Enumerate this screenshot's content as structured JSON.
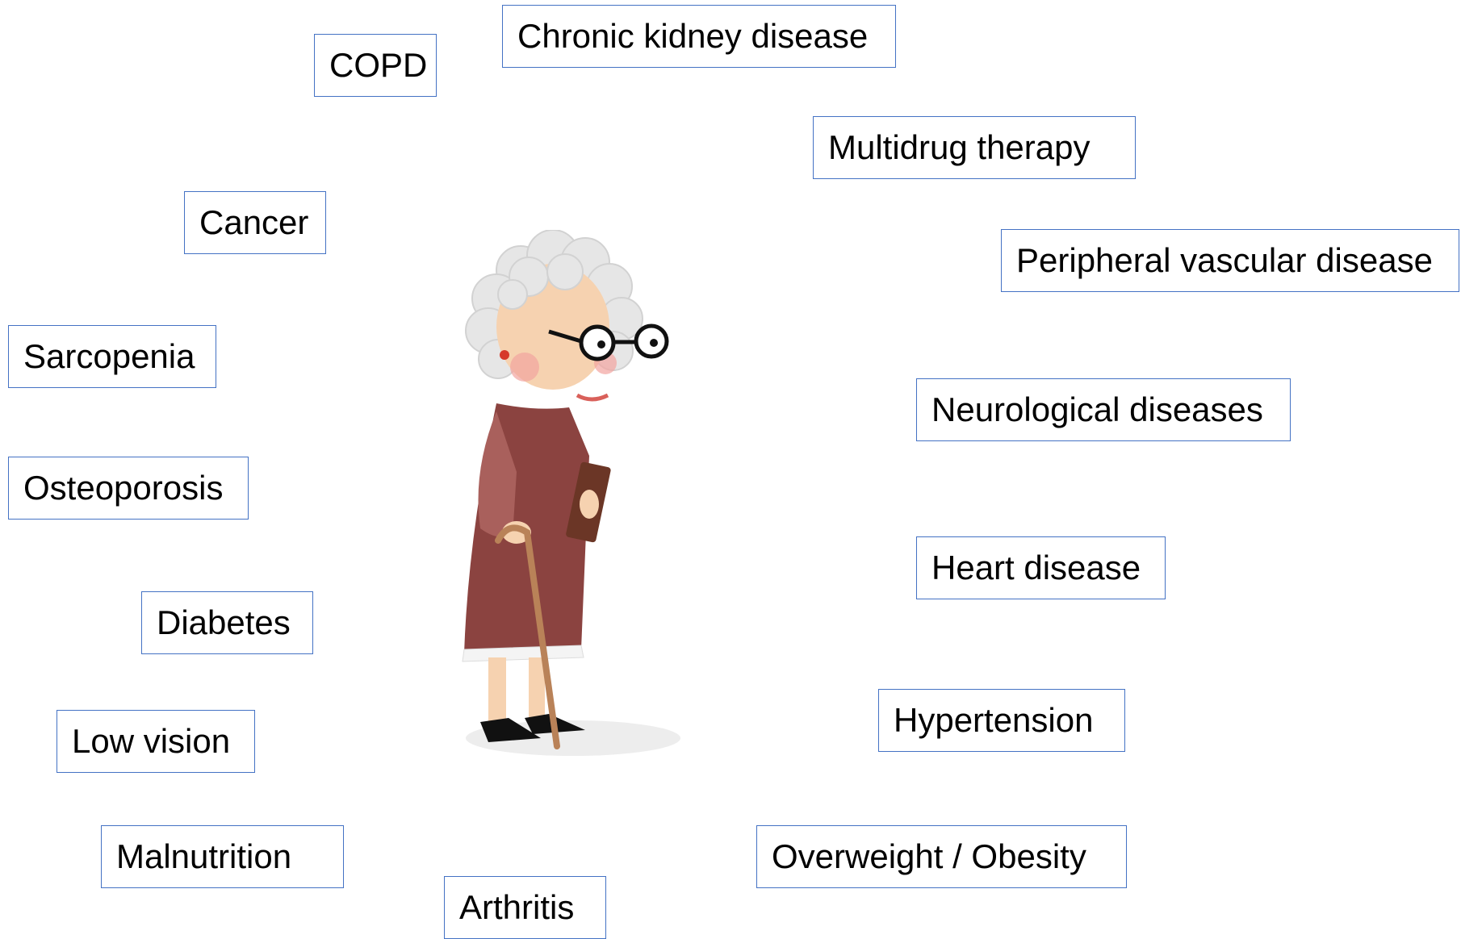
{
  "conditions": {
    "copd": "COPD",
    "chronic_kidney_disease": "Chronic kidney disease",
    "multidrug_therapy": "Multidrug therapy",
    "cancer": "Cancer",
    "peripheral_vascular_disease": "Peripheral vascular disease",
    "sarcopenia": "Sarcopenia",
    "neurological_diseases": "Neurological diseases",
    "osteoporosis": "Osteoporosis",
    "heart_disease": "Heart disease",
    "diabetes": "Diabetes",
    "hypertension": "Hypertension",
    "low_vision": "Low vision",
    "malnutrition": "Malnutrition",
    "overweight_obesity": "Overweight / Obesity",
    "arthritis": "Arthritis"
  },
  "illustration": {
    "icon": "elderly-woman-with-cane-icon",
    "colors": {
      "dress": "#8B4340",
      "sleeve": "#A9605C",
      "hair": "#EAEAEA",
      "skin": "#F6D2B0",
      "cane": "#B98258",
      "shoe": "#111111",
      "book": "#6B3626",
      "label_border": "#4472C4"
    }
  }
}
